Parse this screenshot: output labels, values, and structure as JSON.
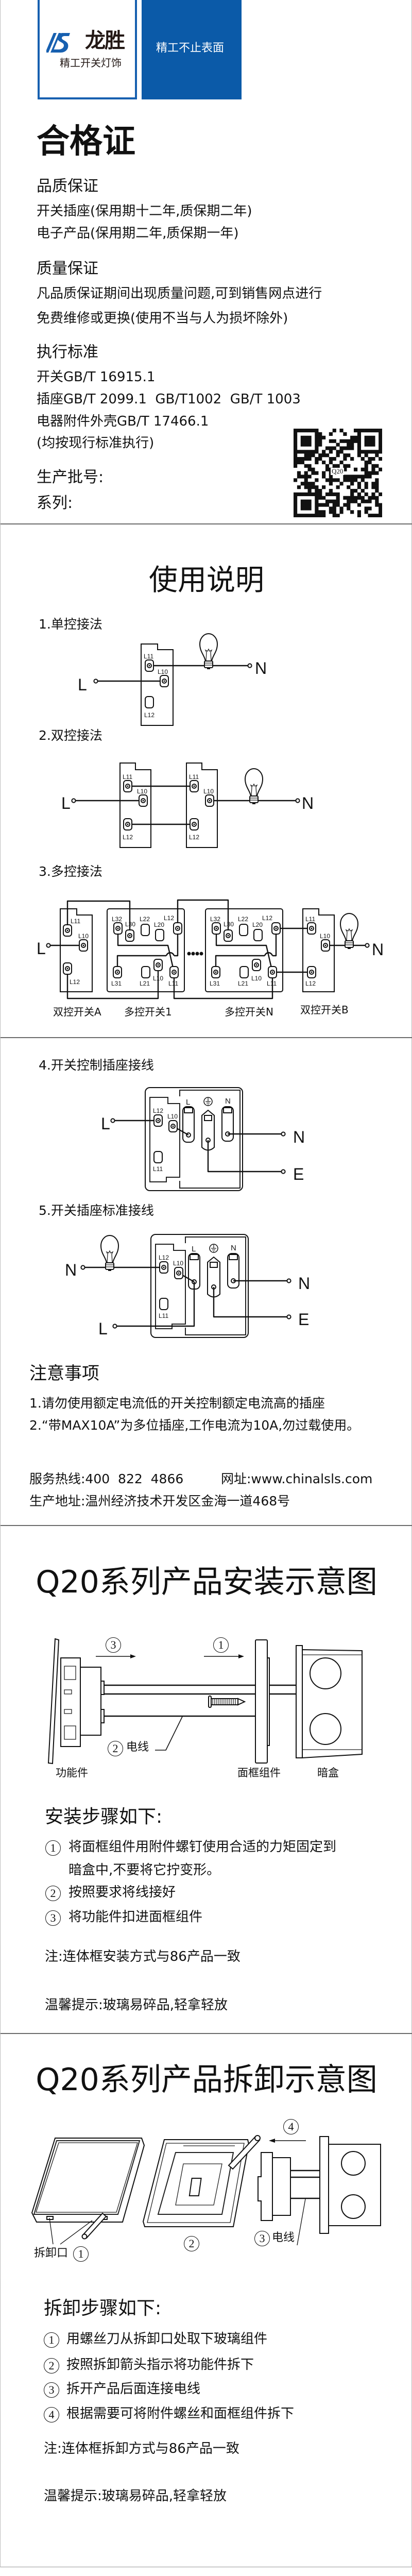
{
  "header": {
    "brand": "龙胜",
    "brand_sub": "精工开关灯饰",
    "slogan": "精工不止表面",
    "accent": "#0b5aa8"
  },
  "certificate": {
    "title": "合格证",
    "warranty": {
      "heading": "品质保证",
      "lines": [
        "开关插座(保用期十二年,质保期二年)",
        "电子产品(保用期二年,质保期一年)"
      ]
    },
    "quality": {
      "heading": "质量保证",
      "lines": [
        "凡品质保证期间出现质量问题,可到销售网点进行",
        "免费维修或更换(使用不当与人为损坏除外)"
      ]
    },
    "standards": {
      "heading": "执行标准",
      "lines": [
        "开关GB/T 16915.1",
        "插座GB/T 2099.1  GB/T1002  GB/T 1003",
        "电器附件外壳GB/T 17466.1",
        "(均按现行标准执行)"
      ]
    },
    "batch_label": "生产批号:",
    "series_label": "系列:",
    "qr_label": "Q20"
  },
  "usage": {
    "title": "使用说明",
    "single": {
      "heading": "1.单控接法",
      "L": "L",
      "N": "N",
      "terminals": [
        "L11",
        "L10",
        "L12"
      ]
    },
    "double": {
      "heading": "2.双控接法",
      "L": "L",
      "N": "N",
      "terminals": [
        "L11",
        "L10",
        "L12",
        "L11",
        "L10",
        "L12"
      ]
    },
    "multi": {
      "heading": "3.多控接法",
      "L": "L",
      "N": "N",
      "terminals": [
        "L11",
        "L10",
        "L12",
        "L32",
        "L30",
        "L22",
        "L20",
        "L12",
        "L31",
        "L21",
        "L10",
        "L11",
        "L32",
        "L30",
        "L22",
        "L20",
        "L12",
        "L31",
        "L21",
        "L10",
        "L11",
        "L11",
        "L10",
        "L12"
      ],
      "captions": [
        "双控开关A",
        "多控开关1",
        "多控开关N",
        "双控开关B"
      ]
    },
    "socket_switch": {
      "heading": "4.开关控制插座接线",
      "terminals": [
        "L12",
        "L10",
        "L11"
      ],
      "socket_labels": [
        "L",
        "N"
      ],
      "wires": [
        "L",
        "N",
        "E"
      ]
    },
    "socket_standard": {
      "heading": "5.开关插座标准接线",
      "terminals": [
        "L12",
        "L10",
        "L11"
      ],
      "socket_labels": [
        "L",
        "N"
      ],
      "wires": [
        "N",
        "L",
        "N",
        "E"
      ]
    }
  },
  "notes": {
    "heading": "注意事项",
    "items": [
      "1.请勿使用额定电流低的开关控制额定电流高的插座",
      "2.“带MAX10A”为多位插座,工作电流为10A,勿过载使用。"
    ]
  },
  "contact": {
    "hotline": "服务热线:400  822  4866",
    "website": "网址:www.chinalsls.com",
    "address": "生产地址:温州经济技术开发区金海一道468号"
  },
  "install": {
    "title": "Q20系列产品安装示意图",
    "callouts": {
      "c1": "1",
      "c2": "2",
      "c3": "3",
      "wire": "电线"
    },
    "parts": [
      "功能件",
      "面框组件",
      "暗盒"
    ],
    "steps_heading": "安装步骤如下:",
    "steps": [
      {
        "num": "1",
        "lines": [
          "将面框组件用附件螺钉使用合适的力矩固定到",
          "暗盒中,不要将它拧变形。"
        ]
      },
      {
        "num": "2",
        "lines": [
          "按照要求将线接好"
        ]
      },
      {
        "num": "3",
        "lines": [
          "将功能件扣进面框组件"
        ]
      }
    ],
    "note": "注:连体框安装方式与86产品一致",
    "tip": "温馨提示:玻璃易碎品,轻拿轻放"
  },
  "removal": {
    "title": "Q20系列产品拆卸示意图",
    "callouts": {
      "slot": "拆卸口",
      "c1": "1",
      "c2": "2",
      "c3": "3",
      "wire": "电线",
      "c4": "4"
    },
    "steps_heading": "拆卸步骤如下:",
    "steps": [
      {
        "num": "1",
        "text": "用螺丝刀从拆卸口处取下玻璃组件"
      },
      {
        "num": "2",
        "text": "按照拆卸箭头指示将功能件拆下"
      },
      {
        "num": "3",
        "text": "拆开产品后面连接电线"
      },
      {
        "num": "4",
        "text": "根据需要可将附件螺丝和面框组件拆下"
      }
    ],
    "note": "注:连体框拆卸方式与86产品一致",
    "tip": "温馨提示:玻璃易碎品,轻拿轻放"
  }
}
